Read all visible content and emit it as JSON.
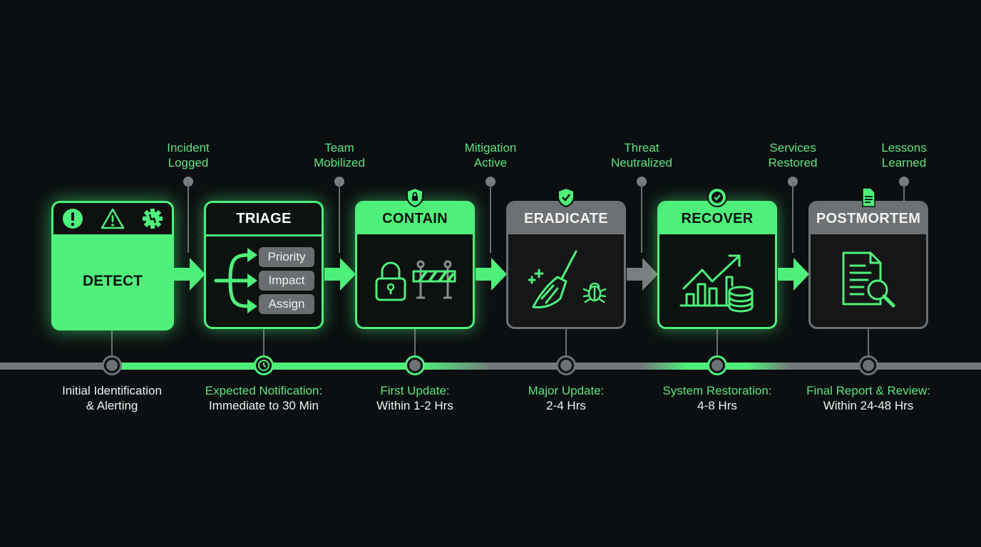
{
  "colors": {
    "background": "#0b0f11",
    "accent": "#4ef07a",
    "inactive": "#6e7173",
    "label_green": "#5ee47f",
    "label_white": "#f2f2f2"
  },
  "milestones": [
    {
      "label_line1": "Incident",
      "label_line2": "Logged"
    },
    {
      "label_line1": "Team",
      "label_line2": "Mobilized"
    },
    {
      "label_line1": "Mitigation",
      "label_line2": "Active"
    },
    {
      "label_line1": "Threat",
      "label_line2": "Neutralized"
    },
    {
      "label_line1": "Services",
      "label_line2": "Restored"
    },
    {
      "label_line1": "Lessons",
      "label_line2": "Learned"
    }
  ],
  "stages": [
    {
      "title": "DETECT",
      "state": "active",
      "icons": [
        "alert-circle-icon",
        "warning-triangle-icon",
        "gear-alert-icon"
      ]
    },
    {
      "title": "TRIAGE",
      "state": "active",
      "items": [
        "Priority",
        "Impact",
        "Assign"
      ]
    },
    {
      "title": "CONTAIN",
      "state": "active",
      "badge": "shield-lock-icon",
      "icons": [
        "padlock-icon",
        "barrier-icon"
      ]
    },
    {
      "title": "ERADICATE",
      "state": "inactive",
      "badge": "shield-check-icon",
      "icons": [
        "broom-icon",
        "bug-icon"
      ]
    },
    {
      "title": "RECOVER",
      "state": "active",
      "badge": "check-circle-icon",
      "icons": [
        "growth-chart-icon",
        "database-icon"
      ]
    },
    {
      "title": "POSTMORTEM",
      "state": "inactive",
      "badge": "document-icon",
      "icons": [
        "document-search-icon"
      ]
    }
  ],
  "timeline": [
    {
      "heading": "Initial Identification",
      "detail": "& Alerting"
    },
    {
      "heading": "Expected Notification:",
      "detail": "Immediate to 30 Min"
    },
    {
      "heading": "First Update:",
      "detail": "Within 1-2 Hrs"
    },
    {
      "heading": "Major Update:",
      "detail": "2-4 Hrs"
    },
    {
      "heading": "System Restoration:",
      "detail": "4-8 Hrs"
    },
    {
      "heading": "Final Report & Review:",
      "detail": "Within 24-48 Hrs"
    }
  ]
}
